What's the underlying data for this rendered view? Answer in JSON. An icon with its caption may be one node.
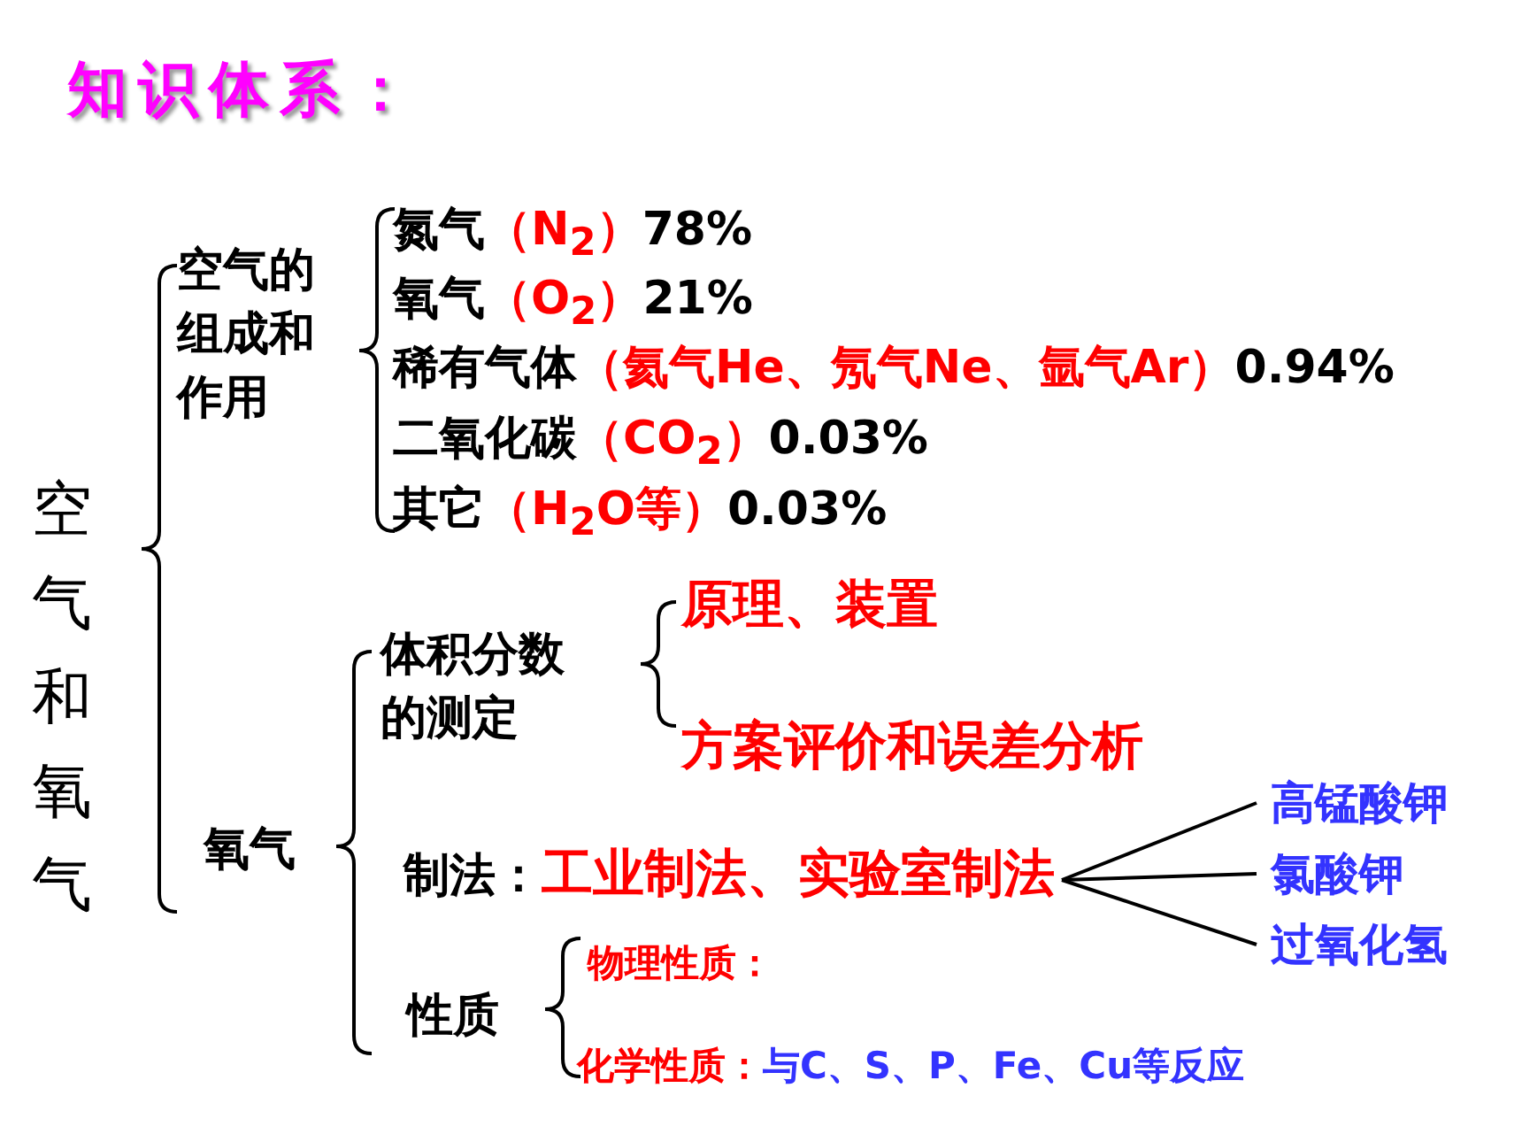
{
  "diagram": {
    "title": "知识体系：",
    "nodes": [
      {
        "text": [
          "空气和氧气"
        ]
      },
      {
        "text": [
          "空气的组成和作用"
        ]
      },
      {
        "text": [
          "氮气",
          "（N$_{2}$）",
          "78%"
        ]
      },
      {
        "text": [
          "氧气",
          "（O$_{2}$）",
          "21%"
        ]
      },
      {
        "text": [
          "稀有气体",
          "（氦气He、氖气Ne、氩气Ar）",
          "0.94%"
        ]
      },
      {
        "text": [
          "二氧化碳",
          "（CO$_{2}$）",
          "0.03%"
        ]
      },
      {
        "text": [
          "其它",
          "（H$_{2}$O等）",
          "0.03%"
        ]
      },
      {
        "text": [
          "氧气"
        ]
      },
      {
        "text": [
          "体积分数的测定"
        ]
      },
      {
        "text": [
          "原理、装置"
        ]
      },
      {
        "text": [
          "方案评价和误差分析"
        ]
      },
      {
        "text": [
          "制法：",
          "工业制法、实验室制法"
        ]
      },
      {
        "text": [
          "高锰酸钾"
        ]
      },
      {
        "text": [
          "氯酸钾"
        ]
      },
      {
        "text": [
          "过氧化氢"
        ]
      },
      {
        "text": [
          "性质"
        ]
      },
      {
        "text": [
          "物理性质："
        ]
      },
      {
        "text": [
          "化学性质：",
          "与C、S、P、Fe、Cu等反应"
        ]
      }
    ],
    "edges": [
      {
        "from": 11,
        "to": 12,
        "arrow": "none"
      },
      {
        "from": 11,
        "to": 13,
        "arrow": "none"
      },
      {
        "from": 11,
        "to": 14,
        "arrow": "none"
      }
    ]
  }
}
